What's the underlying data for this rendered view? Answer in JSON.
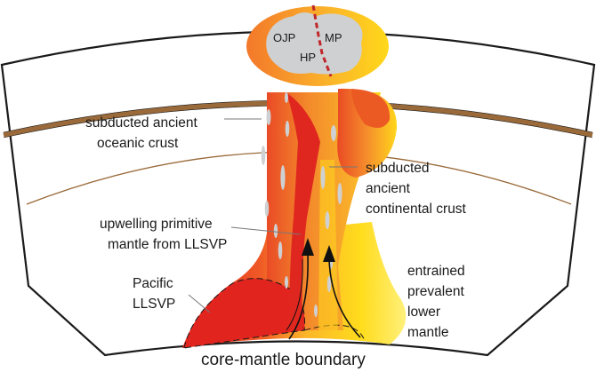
{
  "plateau_labels": [
    "OJP",
    "MP",
    "HP"
  ],
  "labels": {
    "oceanic_crust": [
      "subducted ancient",
      "oceanic crust"
    ],
    "continental_crust": [
      "subducted",
      "ancient",
      "continental crust"
    ],
    "upwelling": [
      "upwelling primitive",
      "mantle from LLSVP"
    ],
    "llsvp": [
      "Pacific",
      "LLSVP"
    ],
    "entrained": [
      "entrained",
      "prevalent",
      "lower",
      "mantle"
    ],
    "boundary": "core-mantle boundary"
  },
  "colors": {
    "red_material": "#e8442a",
    "orange_material": "#f08a2e",
    "yellow_material": "#ffd81a",
    "lithosphere_brown": "#9a6a3a",
    "blob_grey": "#cfd0d2",
    "boundary_dash": "#c0262a"
  }
}
